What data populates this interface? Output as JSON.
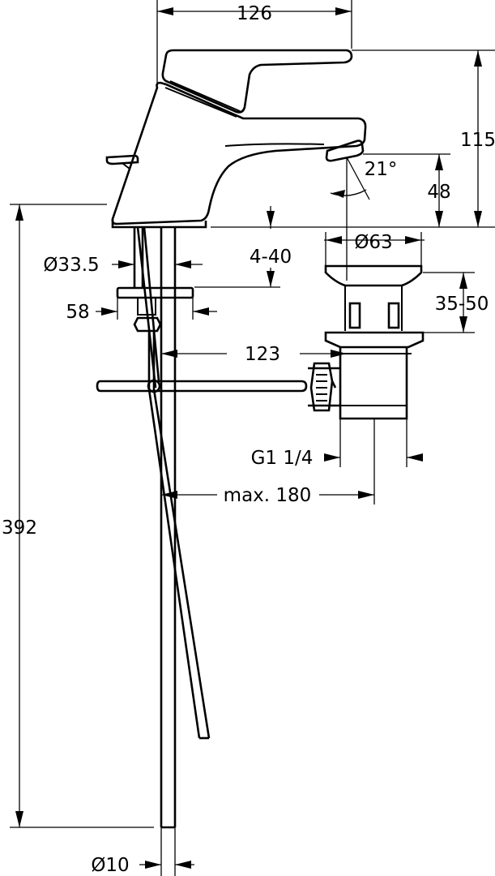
{
  "dimensions": {
    "spout_reach": "126",
    "total_height": "115",
    "angle": "21°",
    "spout_height": "48",
    "below_counter": "392",
    "shank_diameter": "Ø33.5",
    "counter_thickness": "4-40",
    "waste_diameter": "Ø63",
    "plate_width": "58",
    "waste_height": "35-50",
    "rod_distance": "123",
    "waste_thread": "G1 1/4",
    "max_distance": "max. 180",
    "pipe_diameter": "Ø10"
  }
}
